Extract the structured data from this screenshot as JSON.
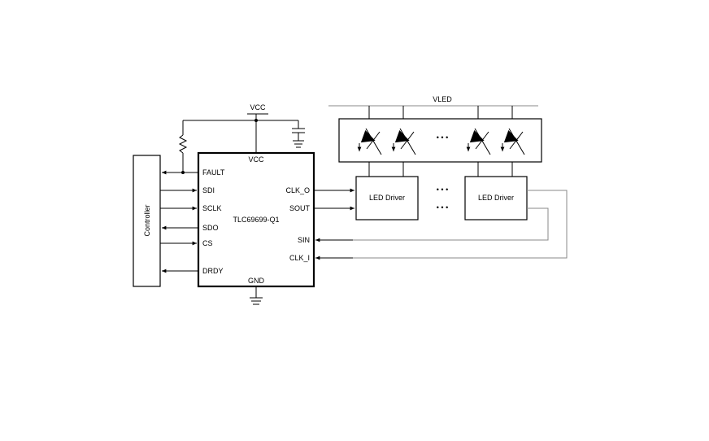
{
  "labels": {
    "vcc_top": "VCC",
    "vcc_pin": "VCC",
    "gnd_pin": "GND",
    "ic_name": "TLC69699-Q1",
    "controller": "Controller",
    "vled": "VLED",
    "led_driver_1": "LED Driver",
    "led_driver_2": "LED Driver",
    "ellipsis": "• • •"
  },
  "left_pins": [
    "FAULT",
    "SDI",
    "SCLK",
    "SDO",
    "CS",
    "DRDY"
  ],
  "right_pins": [
    "CLK_O",
    "SOUT",
    "SIN",
    "CLK_I"
  ]
}
